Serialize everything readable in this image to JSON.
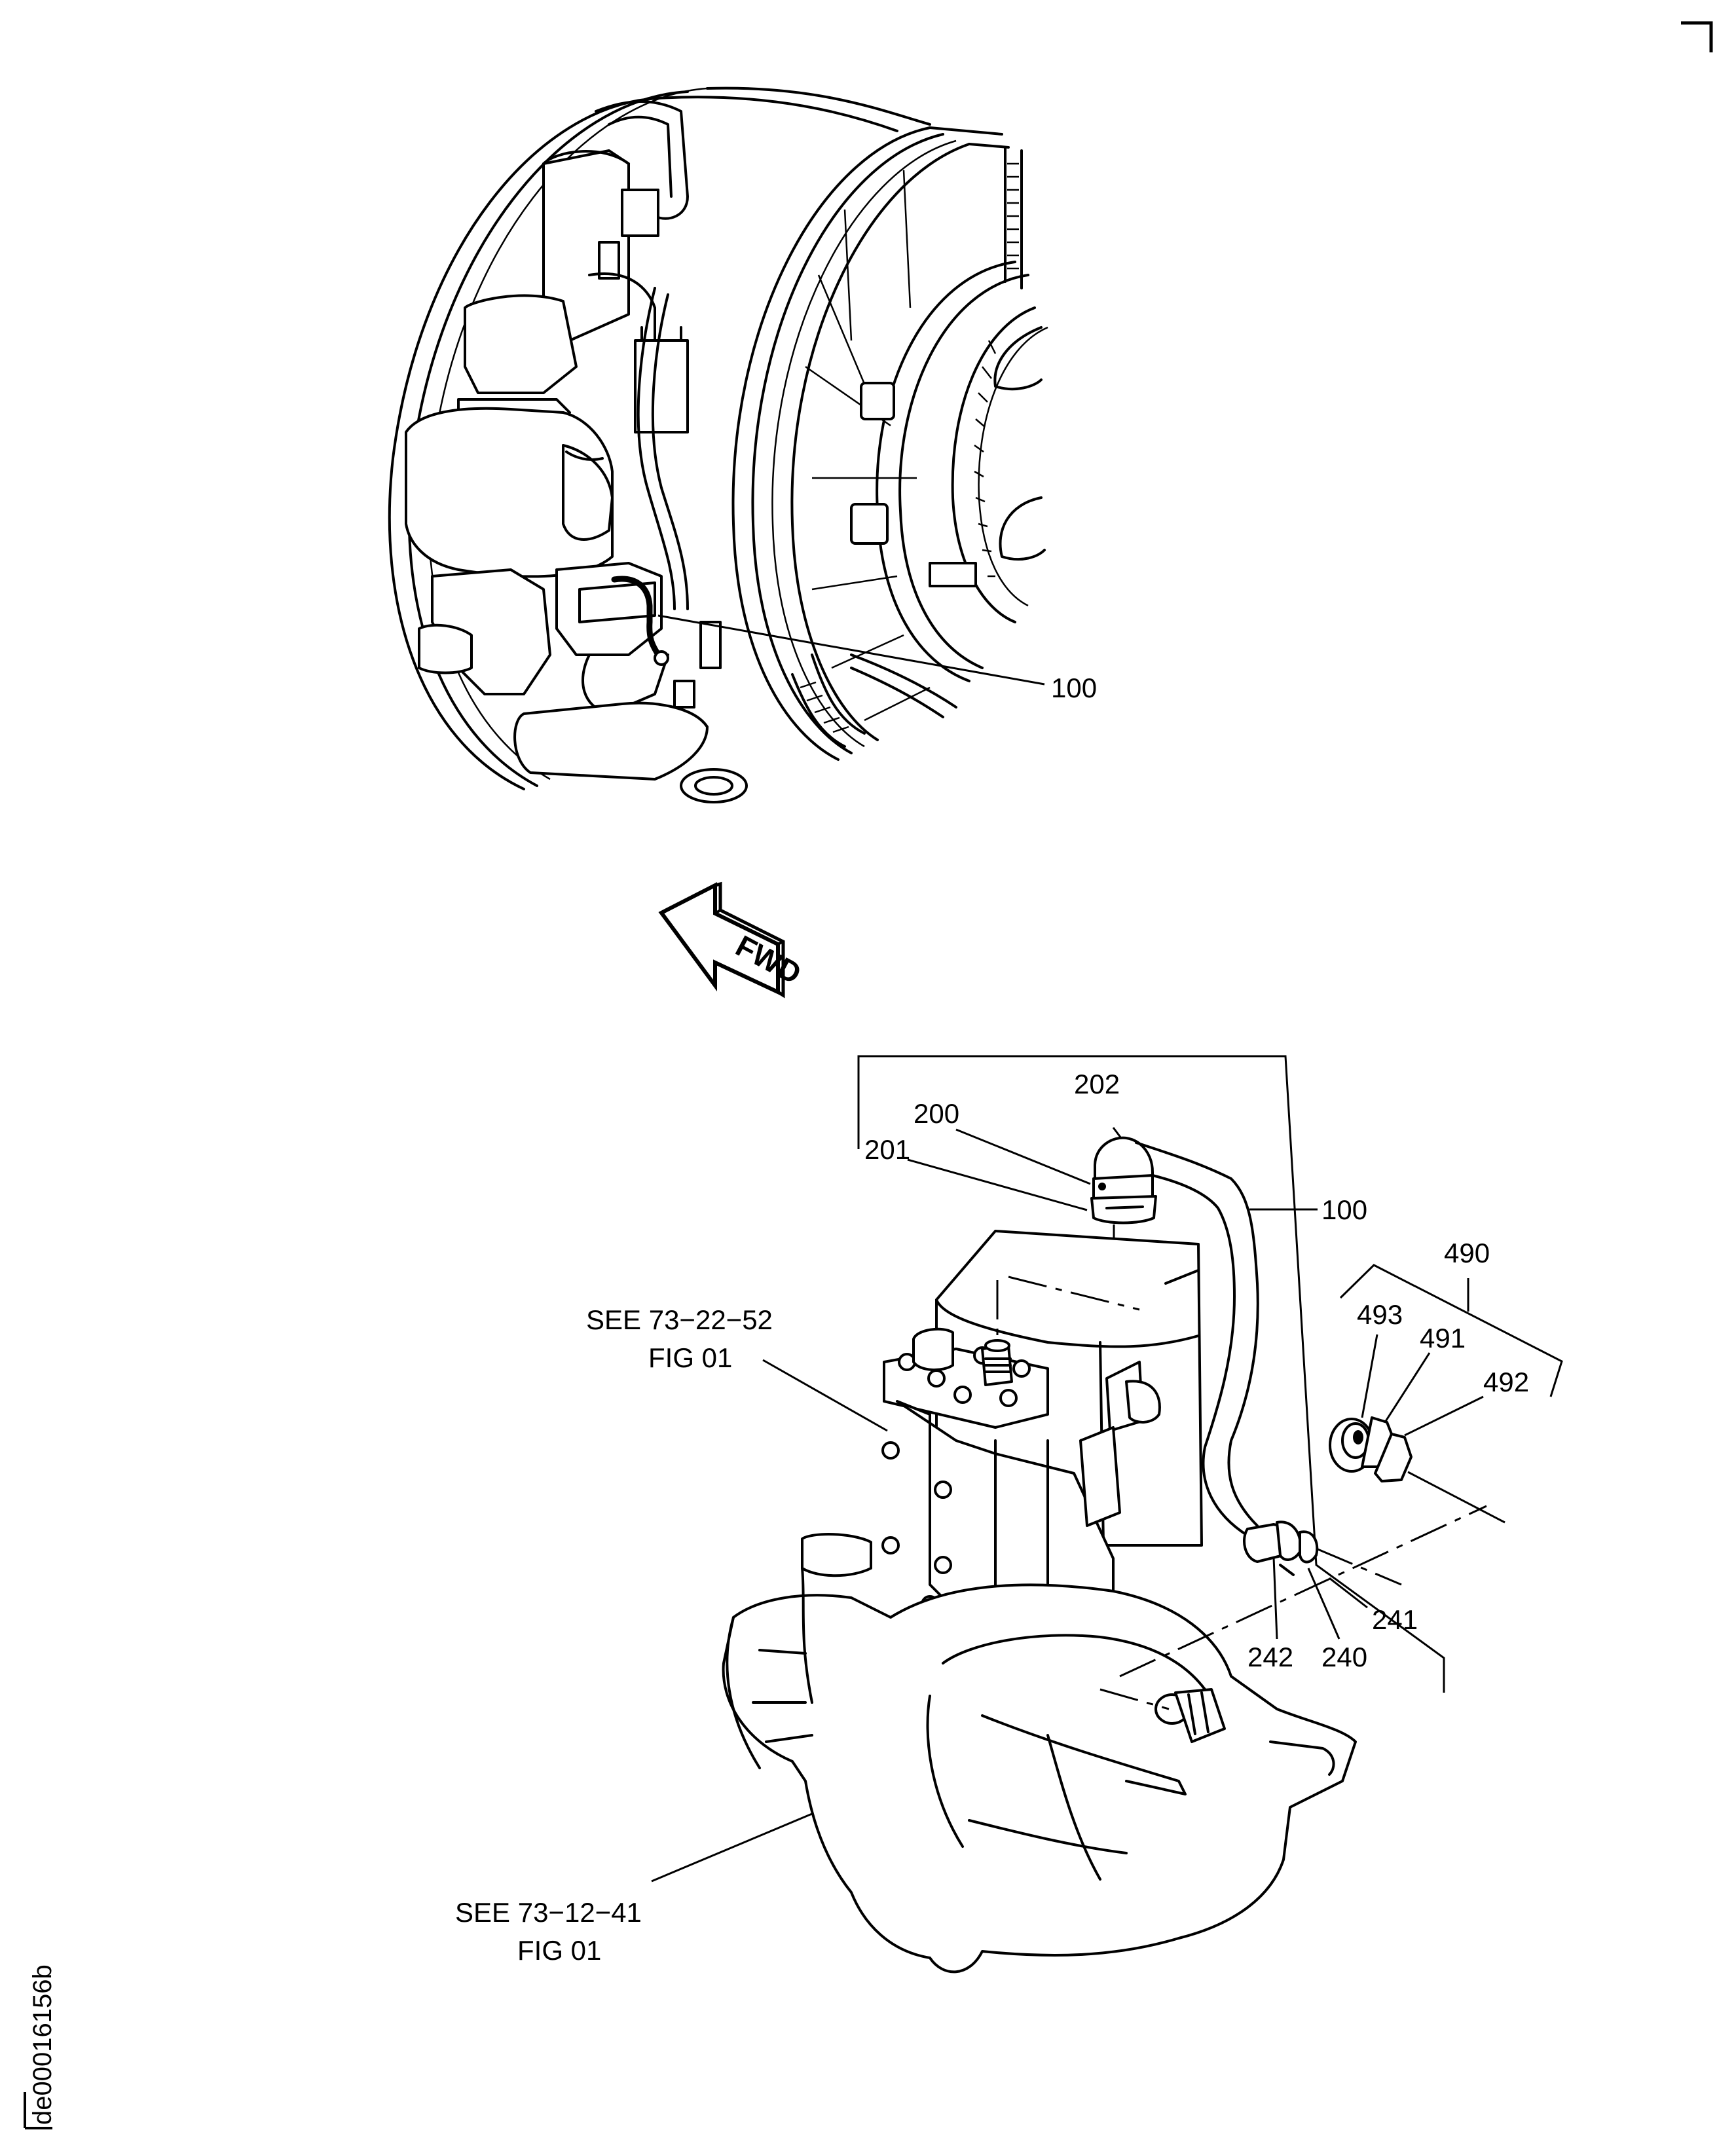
{
  "document_id": "de00016156b",
  "orientation_arrow": {
    "label": "FWD",
    "direction": "forward"
  },
  "upper_view": {
    "subject": "engine-fan-case-accessory-view",
    "callouts": [
      {
        "id": "100",
        "target": "tube-assembly-on-engine"
      }
    ]
  },
  "detail_view": {
    "subject": "fuel-control-and-pump-detail",
    "callouts": [
      {
        "id": "202",
        "target": "elbow-fitting"
      },
      {
        "id": "200",
        "target": "nut"
      },
      {
        "id": "201",
        "target": "packing"
      },
      {
        "id": "100",
        "target": "tube-assembly"
      },
      {
        "id": "490",
        "target": "fitting-assembly-group"
      },
      {
        "id": "493",
        "target": "fitting-face"
      },
      {
        "id": "491",
        "target": "fitting-nut"
      },
      {
        "id": "492",
        "target": "fitting-body"
      },
      {
        "id": "242",
        "target": "tube-end-fitting"
      },
      {
        "id": "240",
        "target": "lower-nut"
      },
      {
        "id": "241",
        "target": "lower-packing"
      }
    ],
    "references": [
      {
        "line1": "SEE 73−22−52",
        "line2": "FIG 01",
        "target": "fuel-control-unit"
      },
      {
        "line1": "SEE 73−12−41",
        "line2": "FIG 01",
        "target": "fuel-pump"
      }
    ]
  }
}
